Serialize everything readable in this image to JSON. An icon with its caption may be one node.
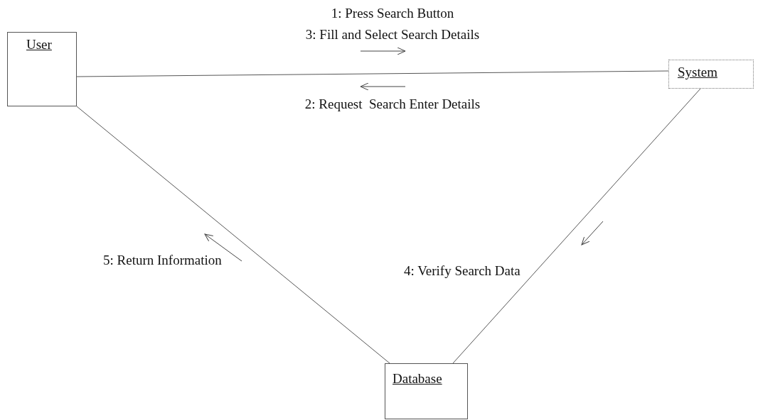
{
  "diagram": {
    "nodes": [
      {
        "text": [
          "User"
        ]
      },
      {
        "text": [
          "System"
        ]
      },
      {
        "text": [
          "Database"
        ]
      }
    ],
    "edges": [
      {
        "from": 0,
        "to": 1,
        "arrow": "none"
      },
      {
        "from": 0,
        "to": 2,
        "arrow": "none"
      },
      {
        "from": 1,
        "to": 2,
        "arrow": "none"
      }
    ],
    "labels": [
      "1: Press Search Button",
      "3: Fill and Select Search Details",
      "2: Request  Search Enter Details",
      "5: Return Information",
      "4: Verify Search Data"
    ]
  }
}
